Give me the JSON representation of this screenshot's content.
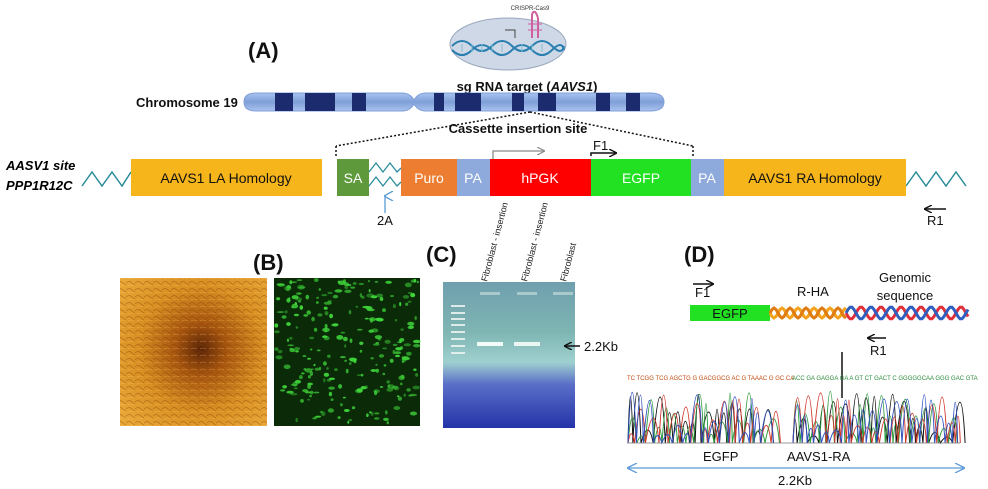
{
  "panel_labels": {
    "a": "(A)",
    "b": "(B)",
    "c": "(C)",
    "d": "(D)"
  },
  "crispr": {
    "label": "CRISPR-Cas9",
    "sgrna_prefix": "sg RNA target (",
    "sgrna_gene": "AAVS1",
    "sgrna_suffix": ")"
  },
  "chromosome": {
    "label": "Chromosome 19"
  },
  "cassette": {
    "insertion_label": "Cassette insertion site",
    "site_line1_gene": "AASV1",
    "site_line1_rest": " site",
    "site_line2": "PPP1R12C",
    "segments": [
      {
        "label": "AAVS1 LA Homology",
        "color": "#f7b51c"
      },
      {
        "label": "SA",
        "color": "#5e9a3b"
      },
      {
        "label": "Puro",
        "color": "#ed7d31"
      },
      {
        "label": "PA",
        "color": "#8ea9db"
      },
      {
        "label": "hPGK",
        "color": "#ff0000"
      },
      {
        "label": "EGFP",
        "color": "#22e022"
      },
      {
        "label": "PA",
        "color": "#8ea9db"
      },
      {
        "label": "AAVS1 RA Homology",
        "color": "#f7b51c"
      }
    ],
    "label_2a": "2A",
    "primer_f1": "F1",
    "primer_r1": "R1"
  },
  "gel": {
    "lanes": [
      "Fibroblast - insertion",
      "Fibroblast - insertion",
      "Fibroblast"
    ],
    "band_label": "2.2Kb"
  },
  "panel_d": {
    "primer_f1": "F1",
    "primer_r1": "R1",
    "egfp": "EGFP",
    "rha": "R-HA",
    "genomic_line1": "Genomic",
    "genomic_line2": "sequence",
    "seq_left": "TC TCGG TCG AGCTG G GACGGCG AC G TAAAC G GC CA",
    "seq_right": "ACC GA GAGGA GA A GT CT GACT C GGGGGCAA GGG GAC GTA",
    "trace_left_label": "EGFP",
    "trace_right_label": "AAVS1-RA",
    "span_label": "2.2Kb"
  }
}
